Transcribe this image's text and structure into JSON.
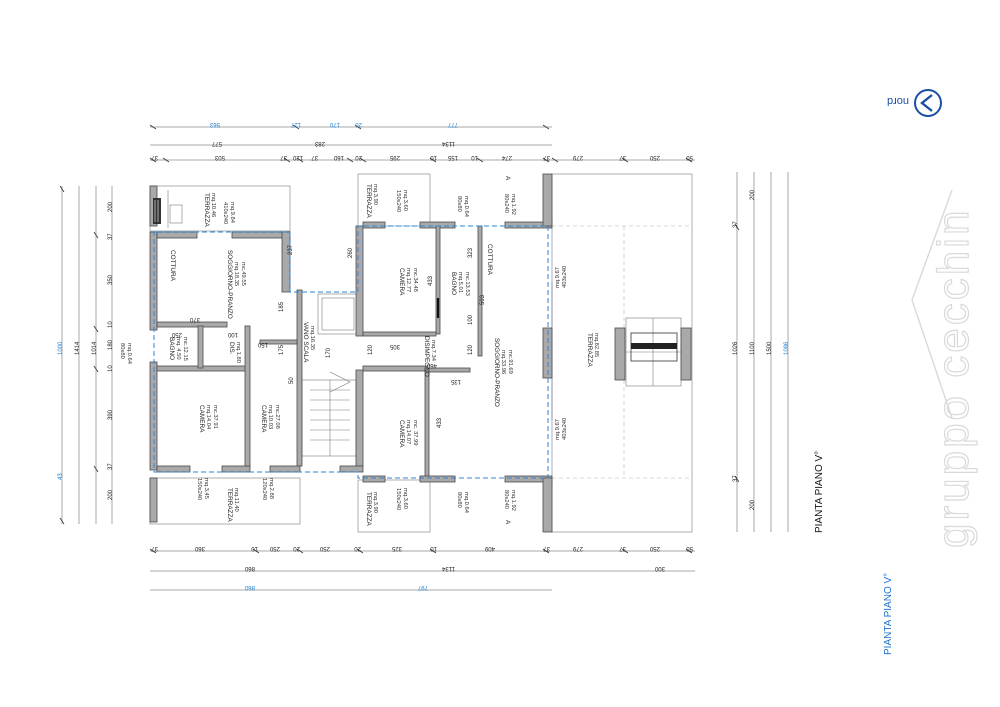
{
  "drawing": {
    "title": "PIANTA PIANO V°",
    "caption": "PIANTA PIANO V°",
    "brand": "gruppo cecchin",
    "north_label": "nord"
  },
  "rooms": {
    "terrazza_nw": {
      "name": "TERRAZZA",
      "area": "mq.10.46"
    },
    "window_nw": {
      "size": "410x240",
      "area": "mq.9.84"
    },
    "cottura_w": {
      "name": "COTTURA"
    },
    "soggiorno_w": {
      "name": "SOGGIORNO-PRANZO",
      "area": "mq.18.35",
      "extra": "mc.49.55"
    },
    "bagno_w": {
      "name": "BAGNO",
      "area": "mq. 4.50",
      "extra": "mc.12.15"
    },
    "dis_w": {
      "name": "DIS.",
      "area": "mq.1.80"
    },
    "camera_sw1": {
      "name": "CAMERA",
      "area": "mq.14.04",
      "extra": "mc.37.91"
    },
    "camera_sw2": {
      "name": "CAMERA",
      "area": "mq.10.03",
      "extra": "mc.27.08"
    },
    "vano_scala": {
      "name": "VANO SCALA",
      "area": "mq.16.35"
    },
    "terrazza_sw": {
      "name": "TERRAZZA",
      "area": "mq.11.40"
    },
    "window_sw1": {
      "size": "150x240",
      "area": "mq.3.45"
    },
    "window_sw2": {
      "size": "120x240",
      "area": "mq.2.88"
    },
    "terrazza_nc": {
      "name": "TERRAZZA",
      "area": "mq.3.90"
    },
    "window_nc": {
      "size": "150x240",
      "area": "mq.3.60"
    },
    "camera_nc": {
      "name": "CAMERA",
      "area": "mq.12.77",
      "extra": "mc.34.48"
    },
    "bagno_c": {
      "name": "BAGNO",
      "area": "mq.5.01",
      "extra": "mc.13.53"
    },
    "window_nb": {
      "size": "80x80",
      "area": "mq.0.64"
    },
    "window_ne": {
      "size": "80x240",
      "area": "mq.1.92"
    },
    "cottura_e": {
      "name": "COTTURA"
    },
    "disimpegno": {
      "name": "DISIMPEGNO",
      "area": "mq.7.34"
    },
    "soggiorno_e": {
      "name": "SOGGIORNO-PRANZO",
      "area": "mq.33.96",
      "extra": "mc.91.69"
    },
    "camera_sc": {
      "name": "CAMERA",
      "area": "mq.14.07",
      "extra": "mc. 37.99"
    },
    "terrazza_sc": {
      "name": "TERRAZZA",
      "area": "mq.3.90"
    },
    "window_sc": {
      "size": "150x240",
      "area": "mq.3.60"
    },
    "window_sb": {
      "size": "80x80",
      "area": "mq.0.64"
    },
    "window_se": {
      "size": "80x240",
      "area": "mq.1.92"
    },
    "terrazza_e": {
      "name": "TERRAZZA",
      "area": "mq.82.85"
    },
    "window_e1": {
      "size": "403x240",
      "area": "mq.9.67"
    },
    "window_e2": {
      "size": "403x240",
      "area": "mq.9.67"
    },
    "window_w": {
      "size": "80x80",
      "area": "mq.0.64"
    },
    "section_a": "A",
    "section_a2": "A"
  },
  "dims": {
    "top_blue": [
      "563",
      "127",
      "170",
      "20",
      "777"
    ],
    "top_1": [
      "577",
      "283",
      "1134"
    ],
    "top_2": [
      "37",
      "503",
      "37",
      "120",
      "37",
      "160",
      "20",
      "295",
      "10",
      "155",
      "10",
      "274",
      "37",
      "279",
      "37",
      "250",
      "50"
    ],
    "bottom_1": [
      "37",
      "360",
      "10",
      "250",
      "20",
      "250",
      "20",
      "325",
      "10",
      "409",
      "37",
      "279",
      "37",
      "250",
      "50"
    ],
    "bottom_2": [
      "860",
      "1134",
      "300"
    ],
    "bottom_blue": [
      "860",
      "797"
    ],
    "left_blue": [
      "1000",
      "43"
    ],
    "left_1": [
      "1414",
      "1014"
    ],
    "left_2": [
      "200",
      "37",
      "350",
      "10",
      "180",
      "10",
      "390",
      "37",
      "200"
    ],
    "right_1": [
      "1026",
      "1100",
      "1500"
    ],
    "right_blue": [
      "1086"
    ],
    "right_2": [
      "200",
      "37",
      "37",
      "200"
    ],
    "inner": [
      "237",
      "260",
      "370",
      "185",
      "250",
      "100",
      "150",
      "175",
      "50",
      "170",
      "305",
      "120",
      "460",
      "135",
      "120",
      "593",
      "433",
      "433",
      "100",
      "323"
    ]
  }
}
